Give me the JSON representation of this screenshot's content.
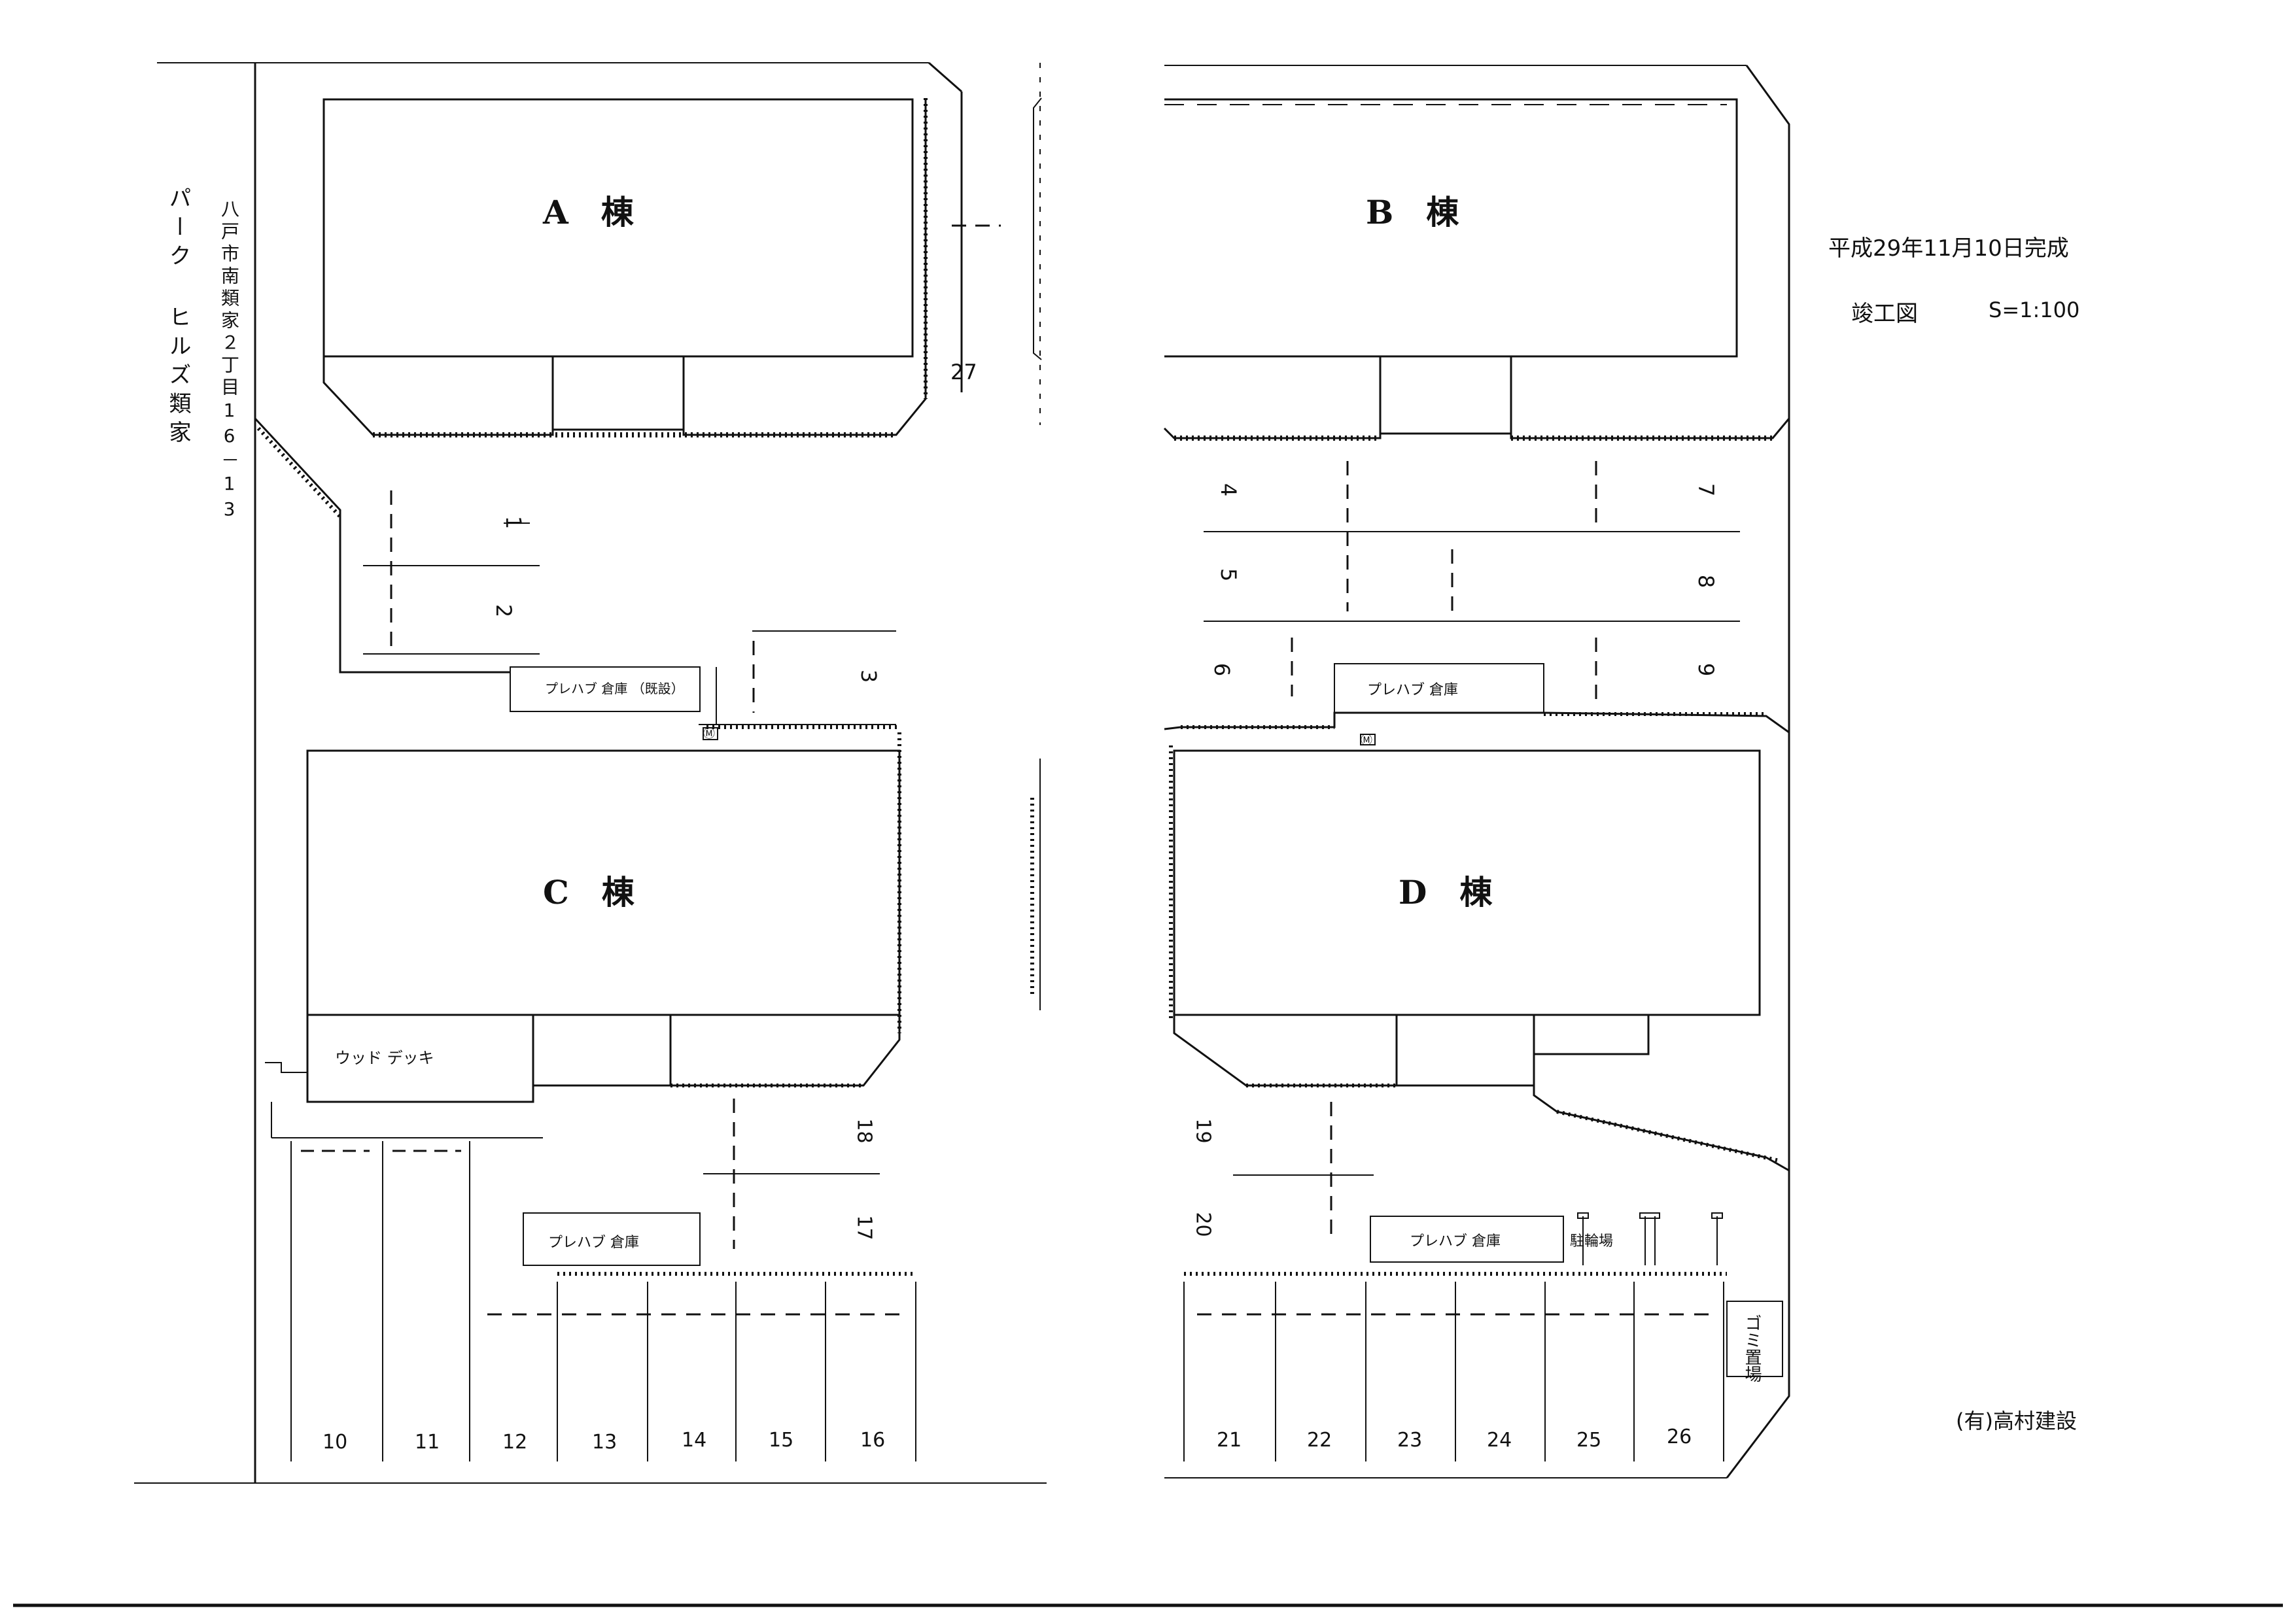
{
  "buildings": {
    "a": "A　棟",
    "b": "B　棟",
    "c": "C　棟",
    "d": "D　棟"
  },
  "address": {
    "line1": "八戸市南類家２丁目16－13",
    "line2": "パーク ヒルズ類家"
  },
  "title_block": {
    "completion": "平成29年11月10日完成",
    "drawing": "竣工図",
    "scale": "S=1:100",
    "company": "(有)高村建設"
  },
  "structures": {
    "prefab_storage_existing": "プレハブ 倉庫 （既設）",
    "prefab_storage_b": "プレハブ 倉庫",
    "prefab_storage_c": "プレハブ 倉庫",
    "prefab_storage_d": "プレハブ 倉庫",
    "wood_deck": "ウッド デッキ",
    "bike_shed": "駐輪場",
    "garbage": "ゴミ置場",
    "meter_mark": "Ⓜ"
  },
  "parking_numbers": {
    "p1": "1",
    "p2": "2",
    "p3": "3",
    "p4": "4",
    "p5": "5",
    "p6": "6",
    "p7": "7",
    "p8": "8",
    "p9": "9",
    "p10": "10",
    "p11": "11",
    "p12": "12",
    "p13": "13",
    "p14": "14",
    "p15": "15",
    "p16": "16",
    "p17": "17",
    "p18": "18",
    "p19": "19",
    "p20": "20",
    "p21": "21",
    "p22": "22",
    "p23": "23",
    "p24": "24",
    "p25": "25",
    "p26": "26",
    "p27": "27"
  },
  "colors": {
    "ink": "#111111",
    "paper": "#ffffff"
  }
}
